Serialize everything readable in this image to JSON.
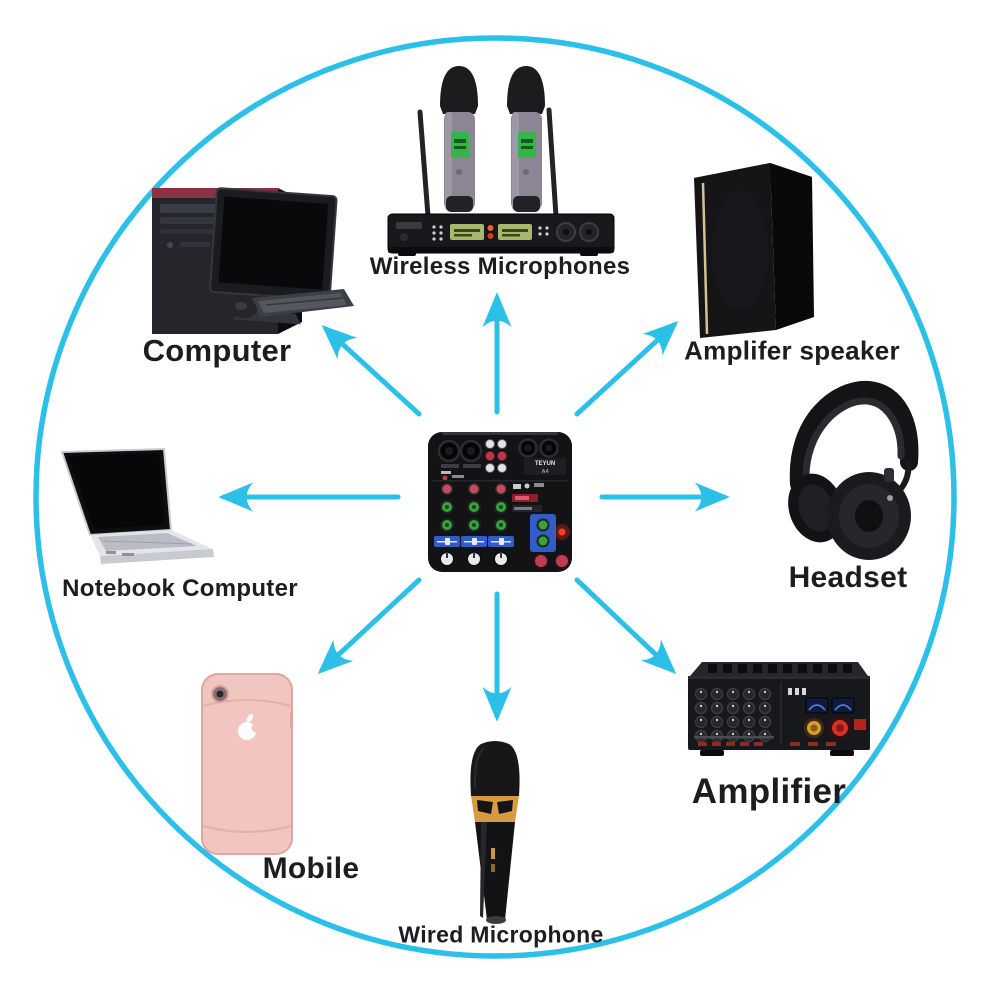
{
  "diagram": {
    "type": "hub-and-spoke product connection diagram",
    "accent_color": "#2cc0e8",
    "background_color": "#ffffff",
    "label_color": "#1d1d20",
    "center": {
      "device": "audio-mixer",
      "brand": "TEYUN",
      "model": "A4"
    },
    "nodes": [
      {
        "id": "wireless-microphones",
        "label": "Wireless Microphones",
        "position": "top"
      },
      {
        "id": "computer",
        "label": "Computer",
        "position": "top-left"
      },
      {
        "id": "amplifier-speaker",
        "label": "Amplifer speaker",
        "position": "top-right"
      },
      {
        "id": "notebook-computer",
        "label": "Notebook Computer",
        "position": "left"
      },
      {
        "id": "headset",
        "label": "Headset",
        "position": "right"
      },
      {
        "id": "mobile",
        "label": "Mobile",
        "position": "bottom-left"
      },
      {
        "id": "wired-microphone",
        "label": "Wired Microphone",
        "position": "bottom"
      },
      {
        "id": "amplifier",
        "label": "Amplifier",
        "position": "bottom-right"
      }
    ],
    "connections": [
      {
        "from": "audio-mixer",
        "to": "wireless-microphones",
        "direction": "up"
      },
      {
        "from": "audio-mixer",
        "to": "computer",
        "direction": "up-left"
      },
      {
        "from": "audio-mixer",
        "to": "amplifier-speaker",
        "direction": "up-right"
      },
      {
        "from": "audio-mixer",
        "to": "notebook-computer",
        "direction": "left"
      },
      {
        "from": "audio-mixer",
        "to": "headset",
        "direction": "right"
      },
      {
        "from": "audio-mixer",
        "to": "mobile",
        "direction": "down-left"
      },
      {
        "from": "audio-mixer",
        "to": "wired-microphone",
        "direction": "down"
      },
      {
        "from": "audio-mixer",
        "to": "amplifier",
        "direction": "down-right"
      }
    ]
  }
}
